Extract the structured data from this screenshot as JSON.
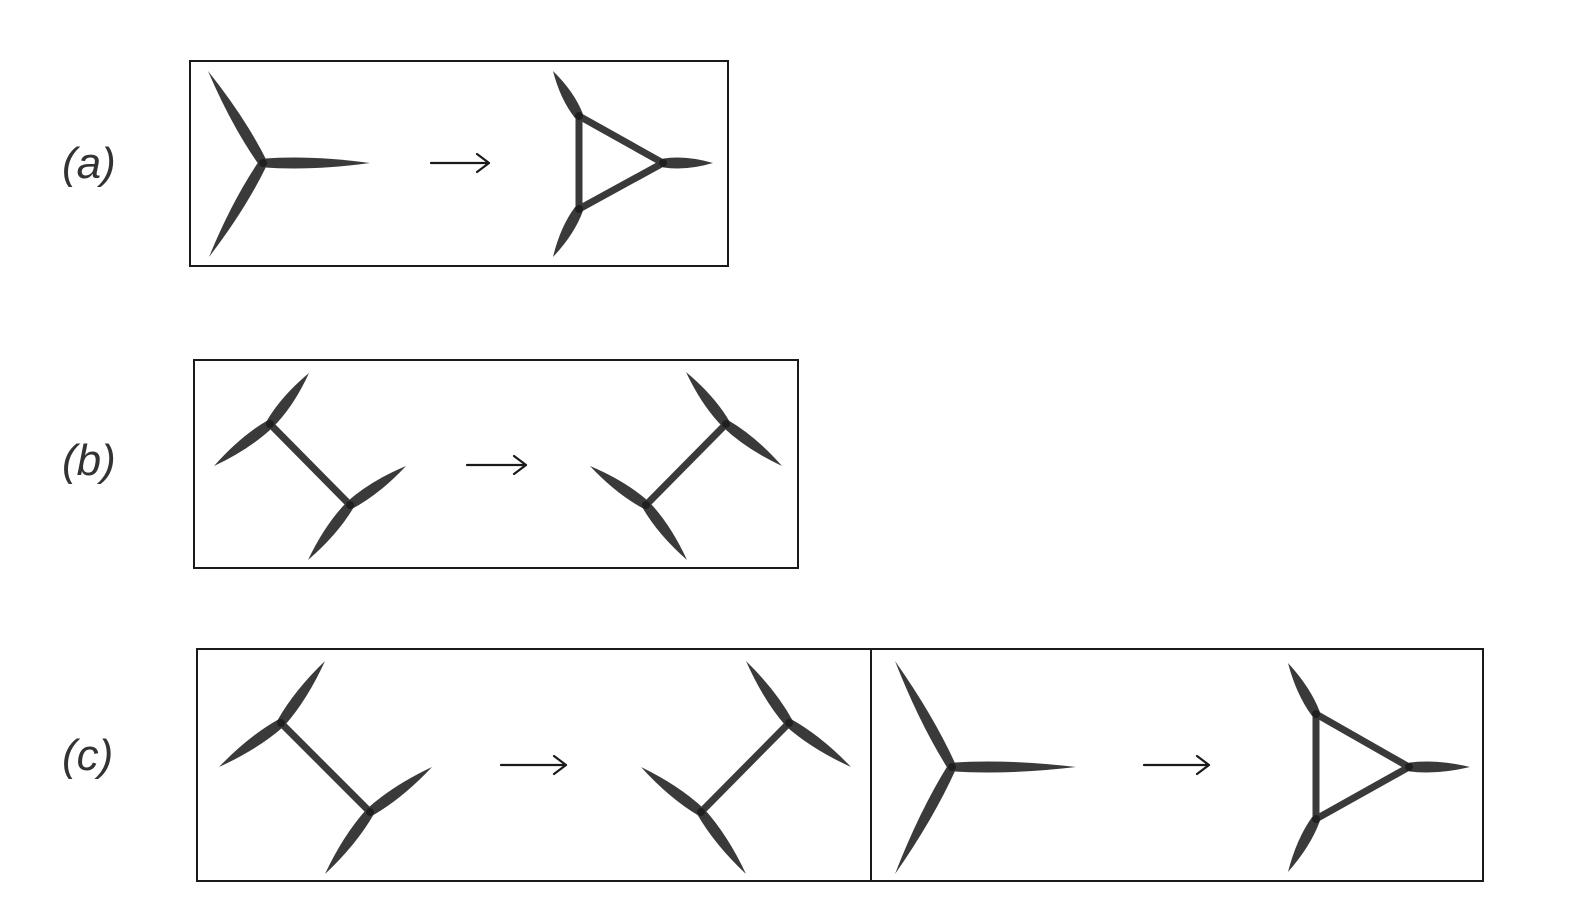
{
  "rows": [
    {
      "label": "(a)"
    },
    {
      "label": "(b)"
    },
    {
      "label": "(c)"
    }
  ],
  "colors": {
    "edge": "#3a3a3a",
    "frame": "#1a1a1a",
    "label": "#333333"
  }
}
